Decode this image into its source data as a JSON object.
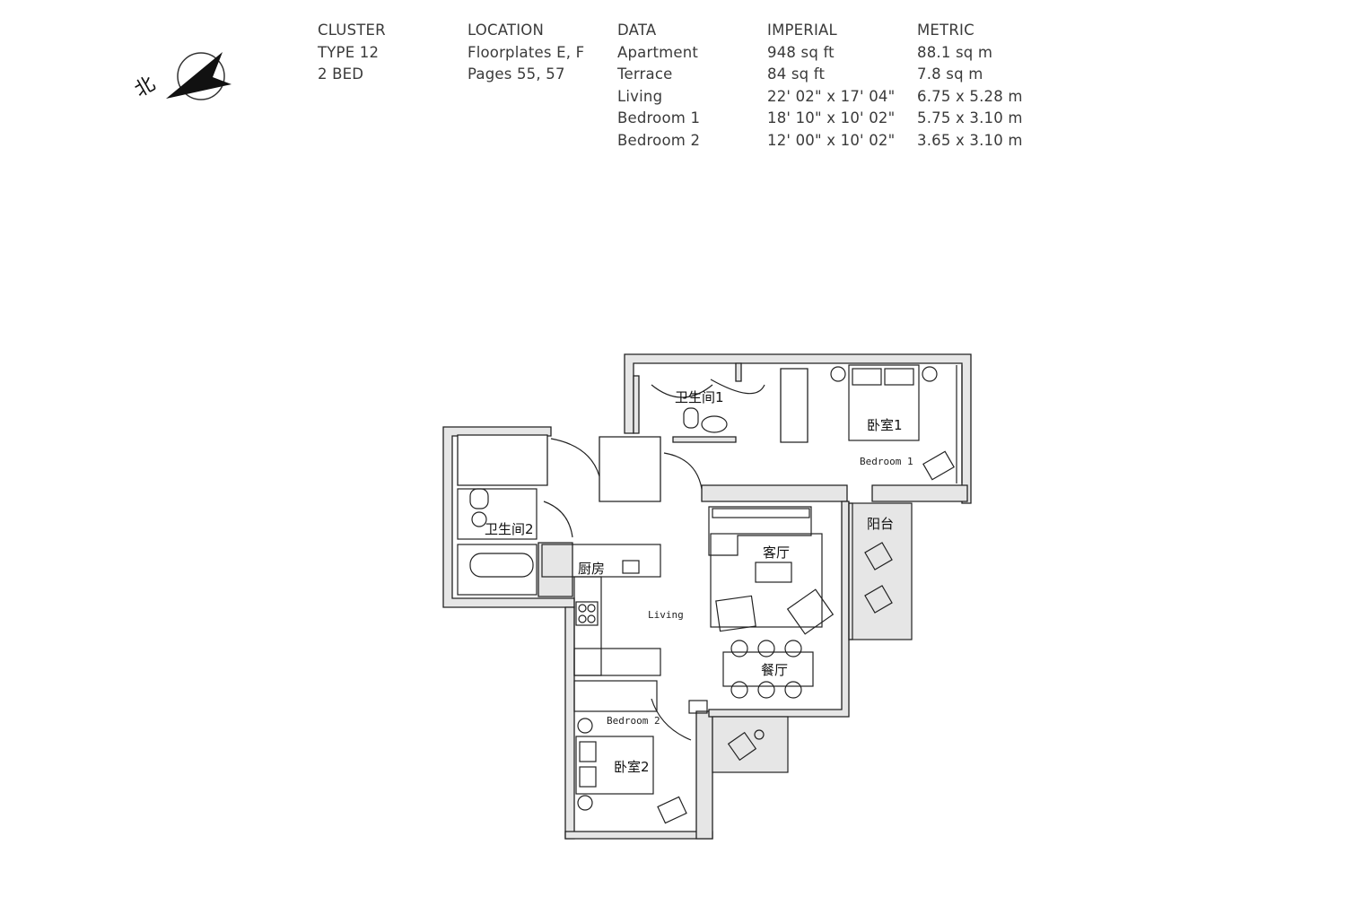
{
  "specs": {
    "cluster": {
      "header": "CLUSTER",
      "lines": [
        "TYPE 12",
        "2 BED"
      ]
    },
    "location": {
      "header": "LOCATION",
      "lines": [
        "Floorplates E, F",
        "Pages 55, 57"
      ]
    },
    "data": {
      "header": "DATA",
      "lines": [
        "Apartment",
        "Terrace",
        "Living",
        "Bedroom 1",
        "Bedroom 2"
      ]
    },
    "imperial": {
      "header": "IMPERIAL",
      "lines": [
        "948 sq ft",
        "84 sq ft",
        "22' 02\" x 17' 04\"",
        "18' 10\" x 10' 02\"",
        "12' 00\" x 10' 02\""
      ]
    },
    "metric": {
      "header": "METRIC",
      "lines": [
        "88.1 sq m",
        "7.8 sq m",
        "6.75 x 5.28 m",
        "5.75 x 3.10 m",
        "3.65 x 3.10 m"
      ]
    }
  },
  "compass": {
    "label": "北",
    "icon": "north-arrow-icon"
  },
  "rooms": {
    "bathroom1": "卫生间1",
    "bedroom1_cn": "卧室1",
    "bedroom1_en": "Bedroom 1",
    "balcony": "阳台",
    "bathroom2": "卫生间2",
    "kitchen": "厨房",
    "living_cn": "客厅",
    "living_en": "Living",
    "dining": "餐厅",
    "bedroom2_en": "Bedroom 2",
    "bedroom2_cn": "卧室2"
  },
  "colors": {
    "wall": "#e6e6e6",
    "line": "#222222",
    "text": "#3a3a3a"
  }
}
